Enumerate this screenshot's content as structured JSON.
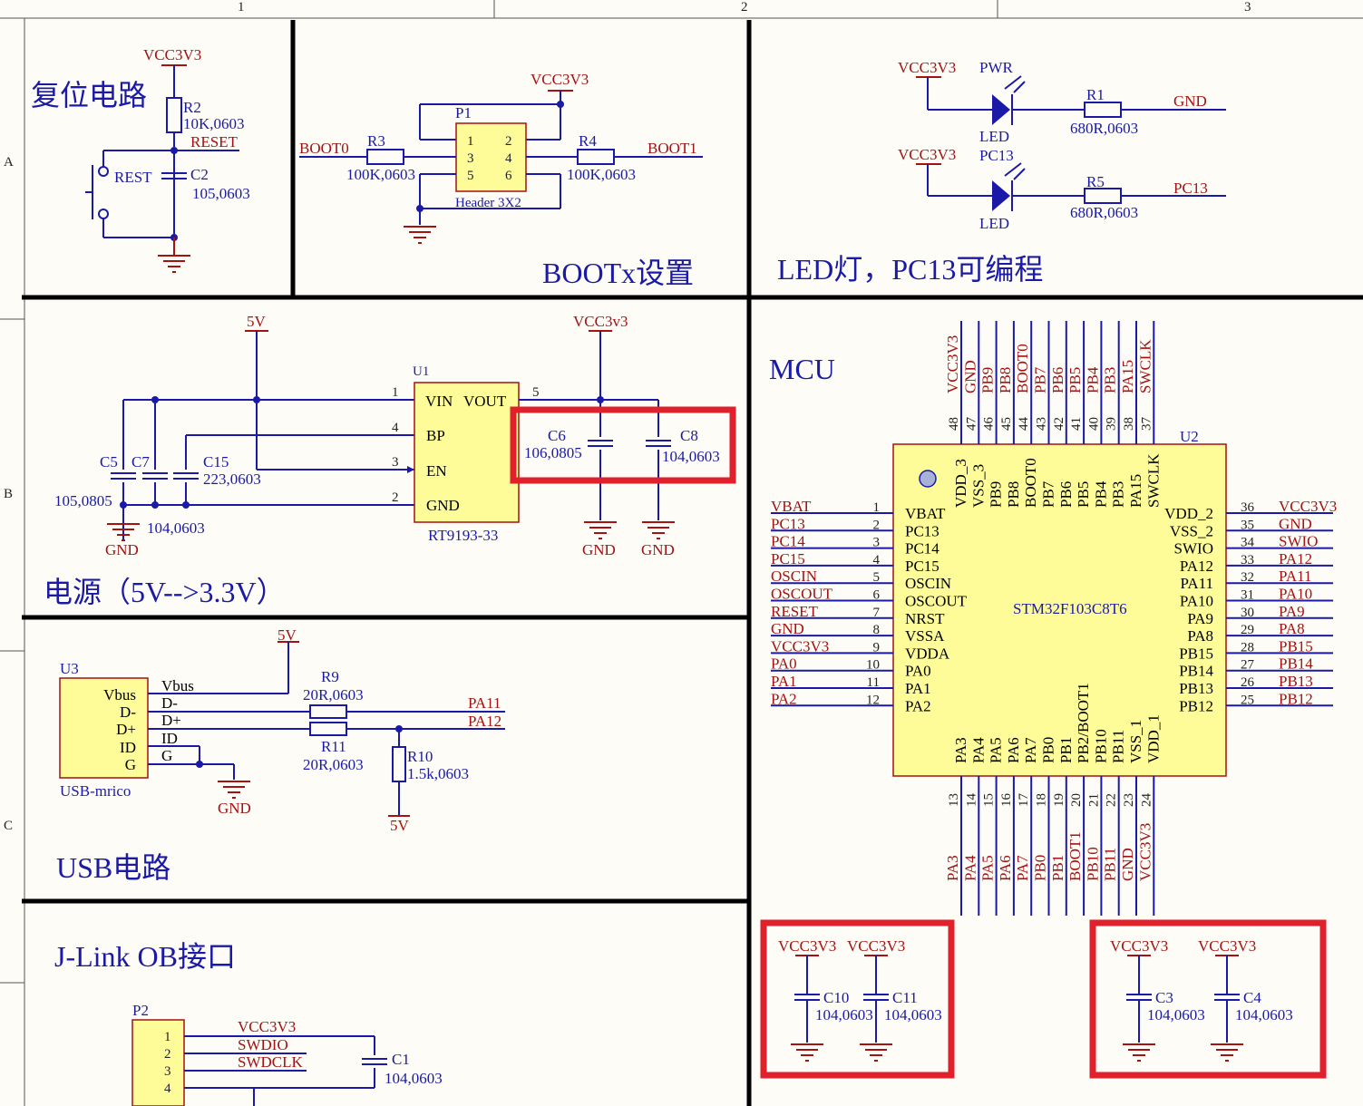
{
  "ruler": {
    "columns": [
      "1",
      "2",
      "3"
    ],
    "rows": [
      "A",
      "B",
      "C"
    ]
  },
  "sections": {
    "reset": "复位电路",
    "boot": "BOOTx设置",
    "led": "LED灯，PC13可编程",
    "power": "电源（5V-->3.3V）",
    "usb": "USB电路",
    "jlink": "J-Link OB接口",
    "mcu": "MCU"
  },
  "reset_circuit": {
    "vcc": "VCC3V3",
    "r2": "R2",
    "r2_val": "10K,0603",
    "net": "RESET",
    "switch": "REST",
    "c2": "C2",
    "c2_val": "105,0603"
  },
  "boot_circuit": {
    "vcc": "VCC3V3",
    "boot0": "BOOT0",
    "boot1": "BOOT1",
    "r3": "R3",
    "r3_val": "100K,0603",
    "r4": "R4",
    "r4_val": "100K,0603",
    "p1": "P1",
    "p1_pins": [
      "1",
      "2",
      "3",
      "4",
      "5",
      "6"
    ],
    "p1_type": "Header 3X2"
  },
  "led_circuit": {
    "vcc1": "VCC3V3",
    "pwr": "PWR",
    "led1": "LED",
    "r1": "R1",
    "r1_val": "680R,0603",
    "gnd": "GND",
    "vcc2": "VCC3V3",
    "pc13": "PC13",
    "led2": "LED",
    "r5": "R5",
    "r5_val": "680R,0603",
    "pc13_net": "PC13"
  },
  "power_circuit": {
    "v5": "5V",
    "vcc": "VCC3v3",
    "u1": "U1",
    "pins": {
      "vin": "VIN",
      "vout": "VOUT",
      "bp": "BP",
      "en": "EN",
      "gnd": "GND"
    },
    "pin_nums": {
      "p1": "1",
      "p4": "4",
      "p3": "3",
      "p2": "2",
      "p5": "5"
    },
    "part": "RT9193-33",
    "c5": "C5",
    "c5_val": "105,0805",
    "c7": "C7",
    "c7_val": "104,0603",
    "c15": "C15",
    "c15_val": "223,0603",
    "c6": "C6",
    "c6_val": "106,0805",
    "c8": "C8",
    "c8_val": "104,0603",
    "gnd": "GND"
  },
  "usb_circuit": {
    "u3": "U3",
    "v5": "5V",
    "v5_bottom": "5V",
    "part": "USB-mrico",
    "pins": [
      "Vbus",
      "D-",
      "D+",
      "ID",
      "G"
    ],
    "nets": [
      "Vbus",
      "D-",
      "D+",
      "ID",
      "G"
    ],
    "r9": "R9",
    "r9_val": "20R,0603",
    "r11": "R11",
    "r11_val": "20R,0603",
    "r10": "R10",
    "r10_val": "1.5k,0603",
    "pa11": "PA11",
    "pa12": "PA12",
    "gnd": "GND"
  },
  "jlink_circuit": {
    "p2": "P2",
    "pins": [
      "1",
      "2",
      "3",
      "4"
    ],
    "nets": [
      "VCC3V3",
      "SWDIO",
      "SWDCLK"
    ],
    "c1": "C1",
    "c1_val": "104,0603"
  },
  "mcu": {
    "ref": "U2",
    "part": "STM32F103C8T6",
    "left_pins": [
      {
        "num": "1",
        "name": "VBAT",
        "net": "VBAT"
      },
      {
        "num": "2",
        "name": "PC13",
        "net": "PC13"
      },
      {
        "num": "3",
        "name": "PC14",
        "net": "PC14"
      },
      {
        "num": "4",
        "name": "PC15",
        "net": "PC15"
      },
      {
        "num": "5",
        "name": "OSCIN",
        "net": "OSCIN"
      },
      {
        "num": "6",
        "name": "OSCOUT",
        "net": "OSCOUT"
      },
      {
        "num": "7",
        "name": "NRST",
        "net": "RESET"
      },
      {
        "num": "8",
        "name": "VSSA",
        "net": "GND"
      },
      {
        "num": "9",
        "name": "VDDA",
        "net": "VCC3V3"
      },
      {
        "num": "10",
        "name": "PA0",
        "net": "PA0"
      },
      {
        "num": "11",
        "name": "PA1",
        "net": "PA1"
      },
      {
        "num": "12",
        "name": "PA2",
        "net": "PA2"
      }
    ],
    "right_pins": [
      {
        "num": "36",
        "name": "VDD_2",
        "net": "VCC3V3"
      },
      {
        "num": "35",
        "name": "VSS_2",
        "net": "GND"
      },
      {
        "num": "34",
        "name": "SWIO",
        "net": "SWIO"
      },
      {
        "num": "33",
        "name": "PA12",
        "net": "PA12"
      },
      {
        "num": "32",
        "name": "PA11",
        "net": "PA11"
      },
      {
        "num": "31",
        "name": "PA10",
        "net": "PA10"
      },
      {
        "num": "30",
        "name": "PA9",
        "net": "PA9"
      },
      {
        "num": "29",
        "name": "PA8",
        "net": "PA8"
      },
      {
        "num": "28",
        "name": "PB15",
        "net": "PB15"
      },
      {
        "num": "27",
        "name": "PB14",
        "net": "PB14"
      },
      {
        "num": "26",
        "name": "PB13",
        "net": "PB13"
      },
      {
        "num": "25",
        "name": "PB12",
        "net": "PB12"
      }
    ],
    "top_pins": [
      {
        "num": "48",
        "name": "VDD_3",
        "net": "VCC3V3"
      },
      {
        "num": "47",
        "name": "VSS_3",
        "net": "GND"
      },
      {
        "num": "46",
        "name": "PB9",
        "net": "PB9"
      },
      {
        "num": "45",
        "name": "PB8",
        "net": "PB8"
      },
      {
        "num": "44",
        "name": "BOOT0",
        "net": "BOOT0"
      },
      {
        "num": "43",
        "name": "PB7",
        "net": "PB7"
      },
      {
        "num": "42",
        "name": "PB6",
        "net": "PB6"
      },
      {
        "num": "41",
        "name": "PB5",
        "net": "PB5"
      },
      {
        "num": "40",
        "name": "PB4",
        "net": "PB4"
      },
      {
        "num": "39",
        "name": "PB3",
        "net": "PB3"
      },
      {
        "num": "38",
        "name": "PA15",
        "net": "PA15"
      },
      {
        "num": "37",
        "name": "SWCLK",
        "net": "SWCLK"
      }
    ],
    "bottom_pins": [
      {
        "num": "13",
        "name": "PA3",
        "net": "PA3"
      },
      {
        "num": "14",
        "name": "PA4",
        "net": "PA4"
      },
      {
        "num": "15",
        "name": "PA5",
        "net": "PA5"
      },
      {
        "num": "16",
        "name": "PA6",
        "net": "PA6"
      },
      {
        "num": "17",
        "name": "PA7",
        "net": "PA7"
      },
      {
        "num": "18",
        "name": "PB0",
        "net": "PB0"
      },
      {
        "num": "19",
        "name": "PB1",
        "net": "PB1"
      },
      {
        "num": "20",
        "name": "PB2/BOOT1",
        "net": "BOOT1"
      },
      {
        "num": "21",
        "name": "PB10",
        "net": "PB10"
      },
      {
        "num": "22",
        "name": "PB11",
        "net": "PB11"
      },
      {
        "num": "23",
        "name": "VSS_1",
        "net": "GND"
      },
      {
        "num": "24",
        "name": "VDD_1",
        "net": "VCC3V3"
      }
    ]
  },
  "decoupling": {
    "group1": {
      "vcc_a": "VCC3V3",
      "vcc_b": "VCC3V3",
      "ca": "C10",
      "ca_val": "104,0603",
      "cb": "C11",
      "cb_val": "104,0603"
    },
    "group2": {
      "vcc_a": "VCC3V3",
      "vcc_b": "VCC3V3",
      "ca": "C3",
      "ca_val": "104,0603",
      "cb": "C4",
      "cb_val": "104,0603"
    }
  }
}
